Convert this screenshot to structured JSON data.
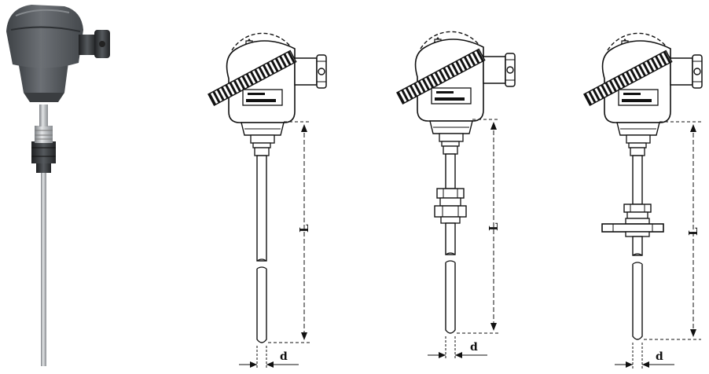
{
  "photo": {
    "subject": "thermocouple-product-photo",
    "housing_color": "#5e6266",
    "probe_color": "#b9bcbf"
  },
  "drawings": [
    {
      "variant": "straight-probe",
      "length_label": "L",
      "diameter_label": "d"
    },
    {
      "variant": "threaded-fitting",
      "length_label": "L",
      "diameter_label": "d"
    },
    {
      "variant": "flange-fitting",
      "length_label": "L",
      "diameter_label": "d"
    }
  ],
  "colors": {
    "line": "#111111",
    "background": "#ffffff"
  }
}
